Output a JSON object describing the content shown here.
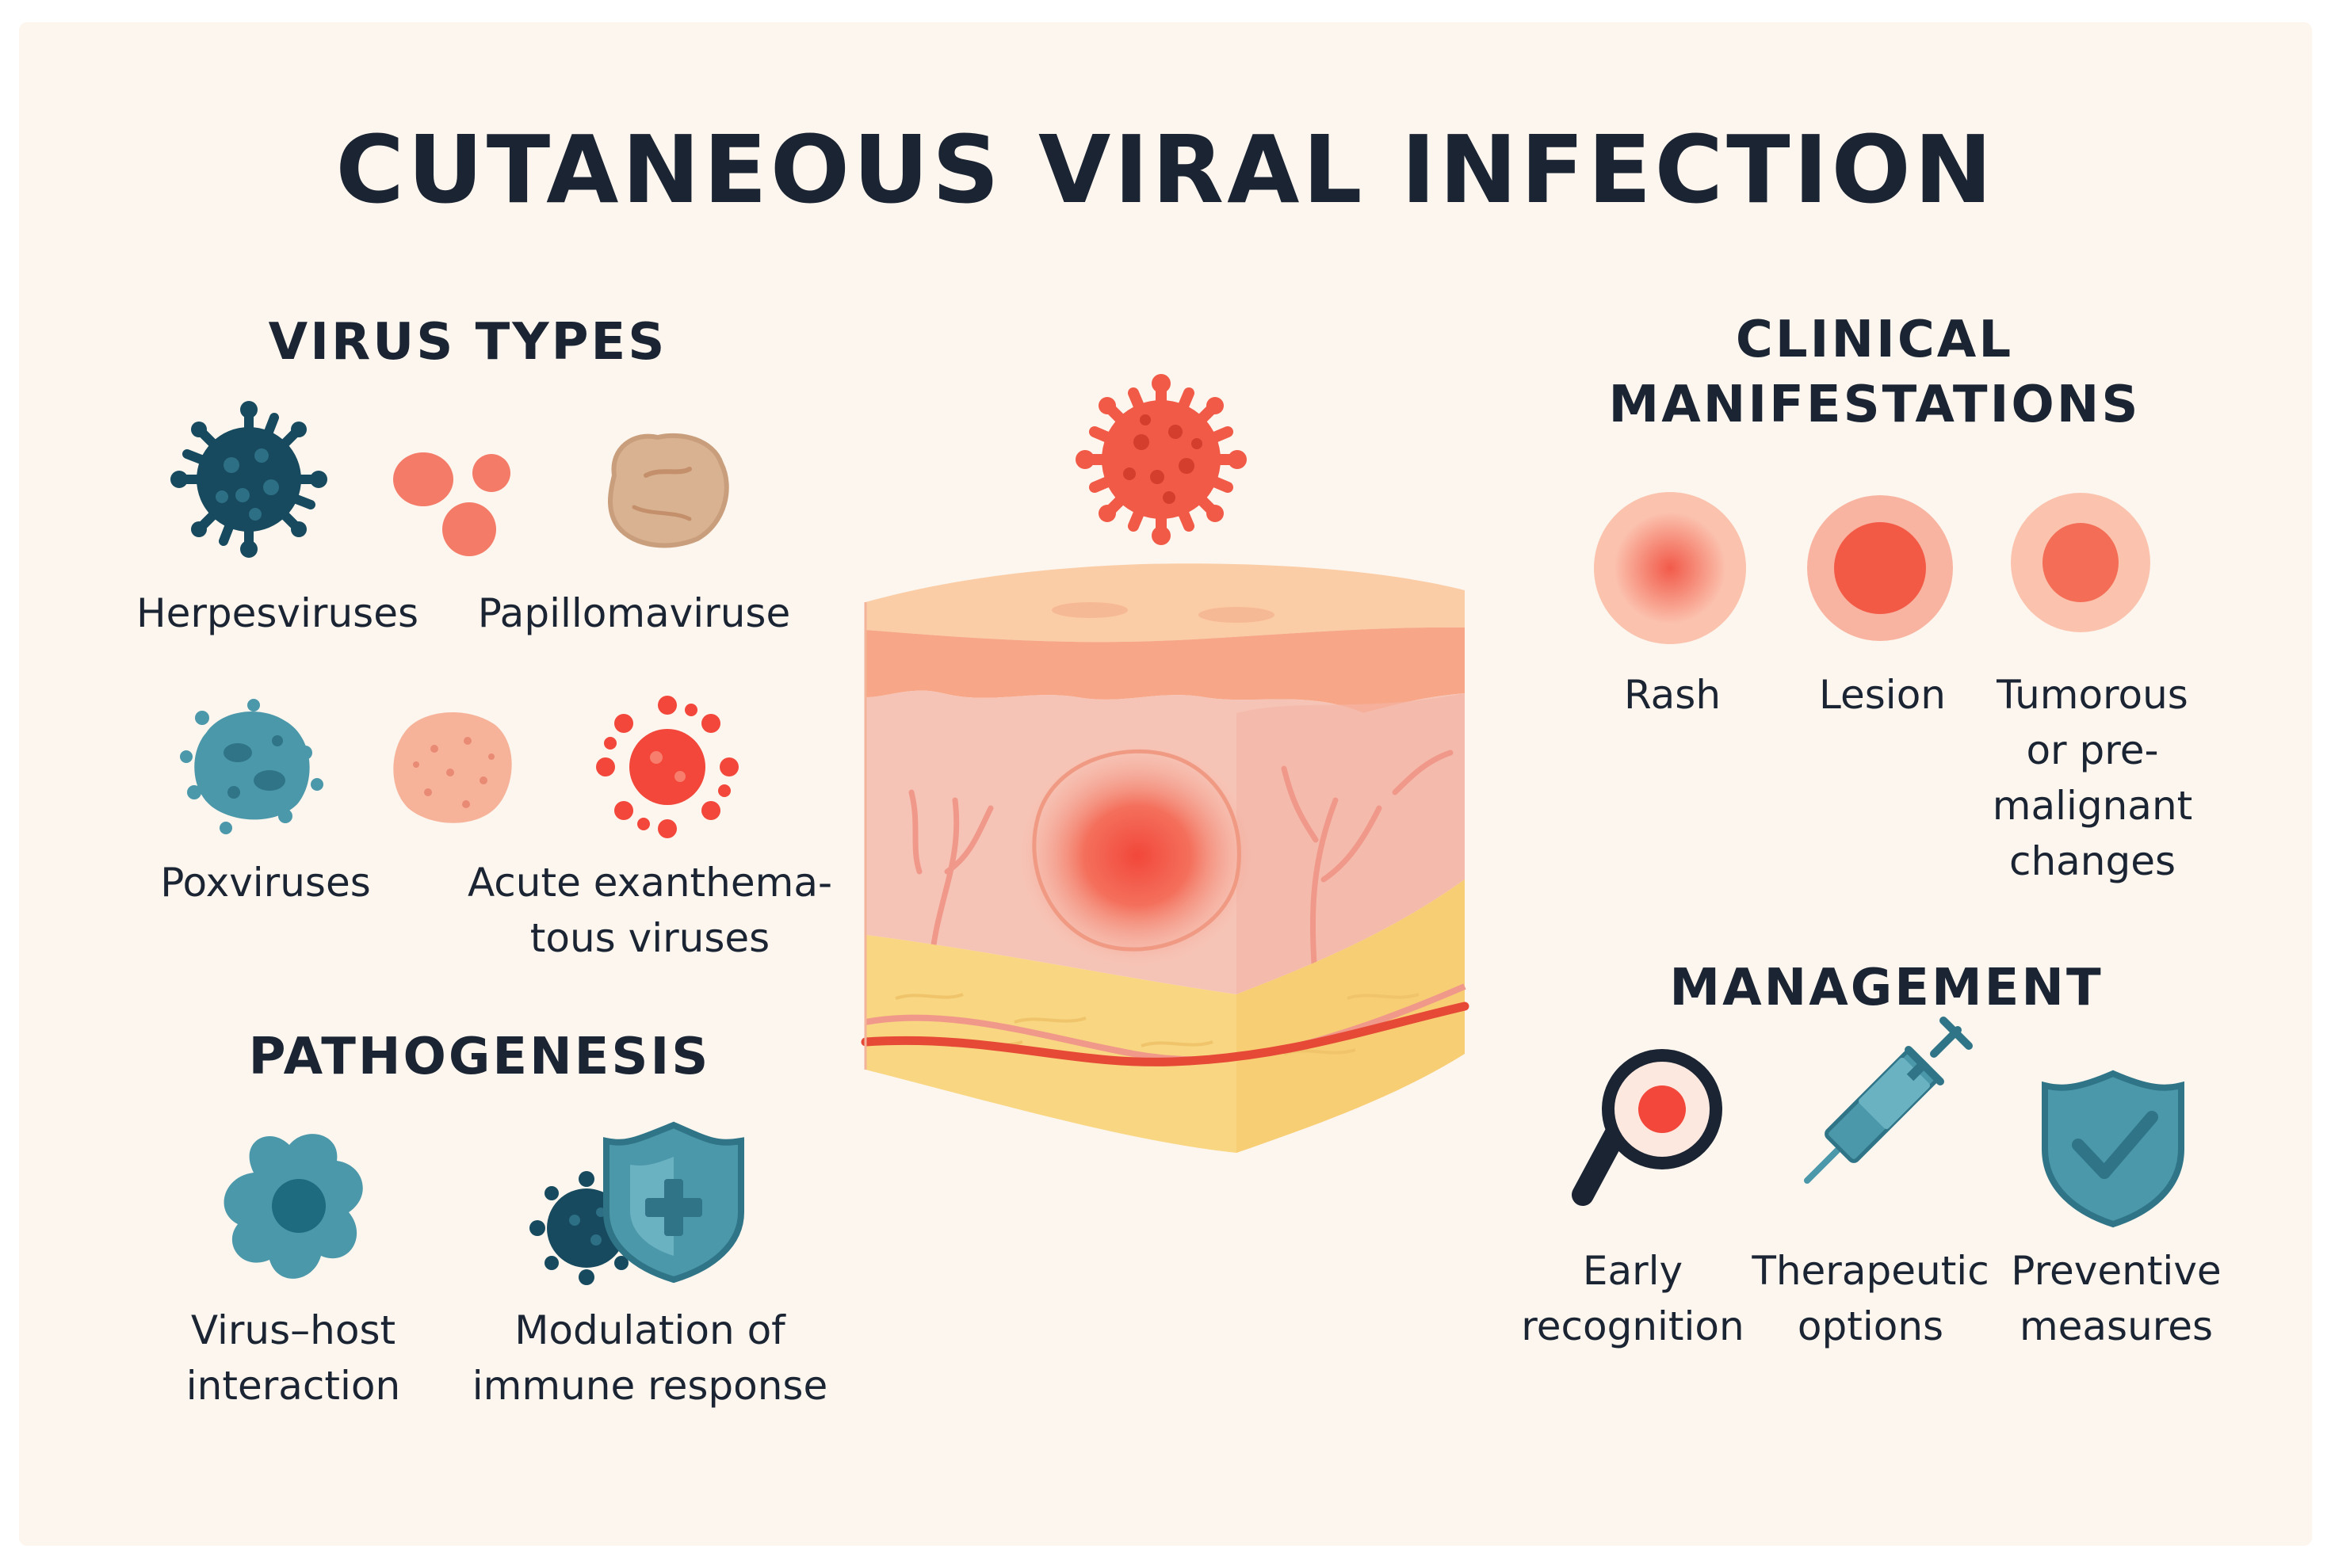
{
  "title": "CUTANEOUS VIRAL INFECTION",
  "colors": {
    "background": "#fdf6ee",
    "text": "#1b2433",
    "coral": "#f26451",
    "dark_teal": "#174a5e",
    "teal": "#4b98aa",
    "skin_top": "#f7b492",
    "dermis": "#f6c4b6",
    "fat": "#f9d682"
  },
  "virus_types": {
    "heading": "VIRUS TYPES",
    "items": [
      {
        "label": "Herpesviruses",
        "icon": "dark-teal-virus-icon"
      },
      {
        "label": "Papillomaviruse",
        "icon": "coral-dots-and-wart-icon"
      },
      {
        "label": "Poxviruses",
        "icon": "teal-poxvirus-icon"
      },
      {
        "label": "Acute exanthema-\ntous viruses",
        "icon": "coral-spotted-blob-and-virus-icon"
      }
    ]
  },
  "pathogenesis": {
    "heading": "PATHOGENESIS",
    "items": [
      {
        "label": "Virus–host\ninteraction",
        "icon": "teal-cell-icon"
      },
      {
        "label": "Modulation of\nimmune response",
        "icon": "virus-and-shield-icon"
      }
    ]
  },
  "clinical": {
    "heading_line1": "CLINICAL",
    "heading_line2": "MANIFESTATIONS",
    "items": [
      {
        "label": "Rash",
        "icon": "rash-icon"
      },
      {
        "label": "Lesion",
        "icon": "lesion-icon"
      },
      {
        "label": "Tumorous\nor pre-\nmalignant\nchanges",
        "icon": "tumor-icon"
      }
    ]
  },
  "management": {
    "heading": "MANAGEMENT",
    "items": [
      {
        "label": "Early\nrecognition",
        "icon": "magnifier-icon"
      },
      {
        "label": "Therapeutic\noptions",
        "icon": "syringe-icon"
      },
      {
        "label": "Preventive\nmeasures",
        "icon": "shield-check-icon"
      }
    ]
  },
  "center_illustration": "skin-cross-section-with-virus"
}
